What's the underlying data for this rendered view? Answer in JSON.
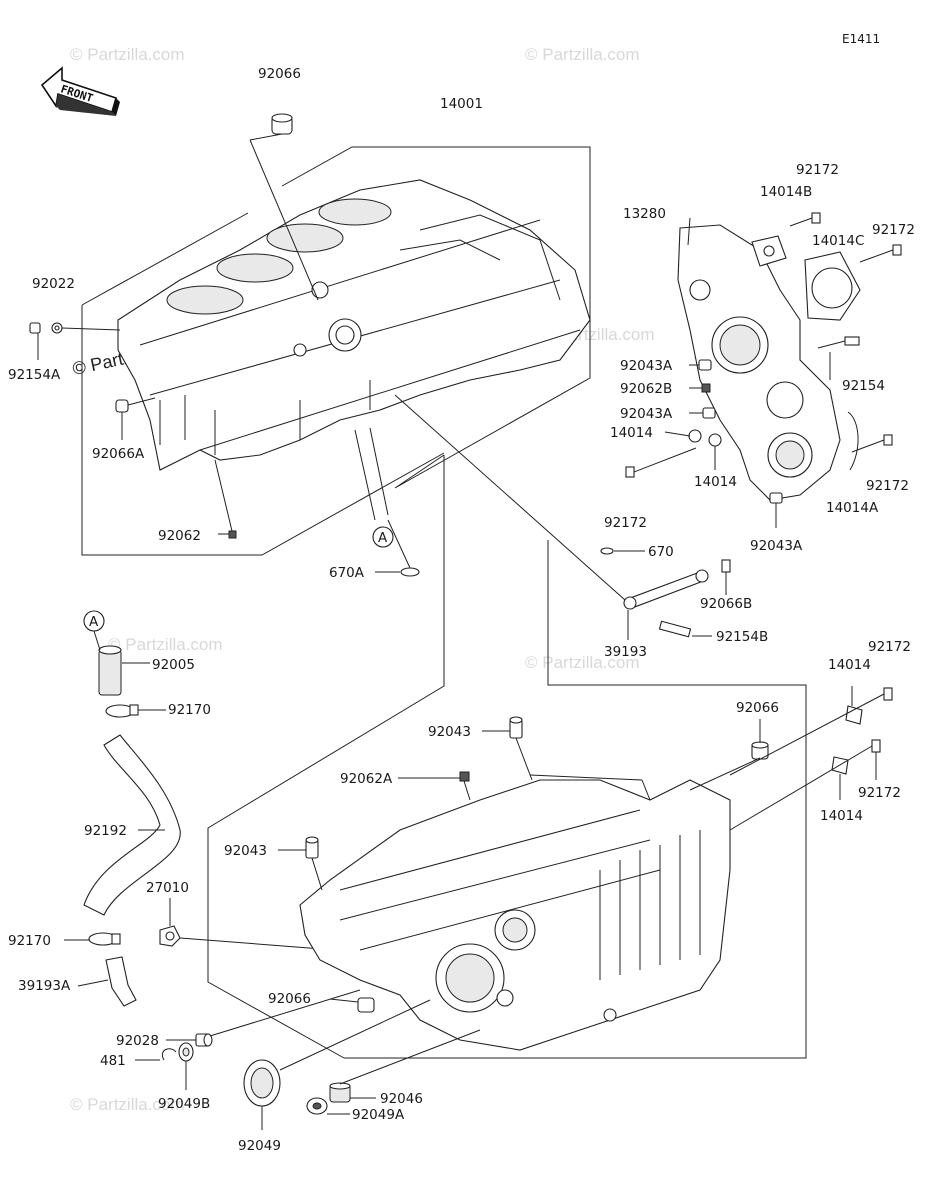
{
  "diagram_code": "E1411",
  "front_label": "FRONT",
  "watermarks": {
    "site": "© Partzilla.com"
  },
  "callouts": {
    "A_upper": "A",
    "A_lower": "A"
  },
  "parts": {
    "p92066_top": "92066",
    "p14001": "14001",
    "p92022": "92022",
    "p92154A": "92154A",
    "p92066A": "92066A",
    "p92062": "92062",
    "p670A": "670A",
    "p13280": "13280",
    "p14014B": "14014B",
    "p92172_a": "92172",
    "p14014C": "14014C",
    "p92172_b": "92172",
    "p92043A_a": "92043A",
    "p92062B": "92062B",
    "p92043A_b": "92043A",
    "p14014_a": "14014",
    "p14014_b": "14014",
    "p92154": "92154",
    "p92172_c": "92172",
    "p14014A": "14014A",
    "p92172_d": "92172",
    "p92043A_c": "92043A",
    "p670": "670",
    "p92066B": "92066B",
    "p92154B": "92154B",
    "p39193": "39193",
    "p92005": "92005",
    "p92170_a": "92170",
    "p92192": "92192",
    "p92170_b": "92170",
    "p39193A": "39193A",
    "p27010": "27010",
    "p92043_a": "92043",
    "p92062A": "92062A",
    "p92043_b": "92043",
    "p92066_mid": "92066",
    "p92066_low": "92066",
    "p92172_e": "92172",
    "p14014_c": "14014",
    "p92172_f": "92172",
    "p14014_d": "14014",
    "p92028": "92028",
    "p481": "481",
    "p92049B": "92049B",
    "p92049": "92049",
    "p92046": "92046",
    "p92049A": "92049A"
  }
}
